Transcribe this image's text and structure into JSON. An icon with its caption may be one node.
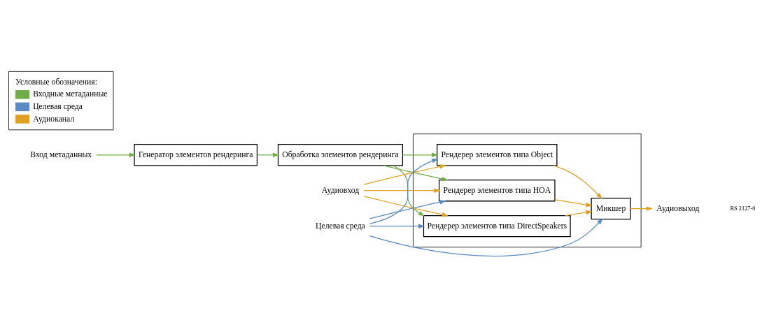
{
  "diagram": {
    "nodes": [
      {
        "text": [
          "Вход метаданных"
        ]
      },
      {
        "text": [
          "Генератор элементов рендеринга"
        ]
      },
      {
        "text": [
          "Обработка элементов рендеринга"
        ]
      },
      {
        "text": [],
        "shape": "box"
      },
      {
        "text": [
          "Рендерер элементов типа Object"
        ],
        "in": 3
      },
      {
        "text": [
          "Рендерер элементов типа HOA"
        ],
        "in": 3
      },
      {
        "text": [
          "Рендерер элементов типа DirectSpeakers"
        ],
        "in": 3
      },
      {
        "text": [
          "Микшер"
        ],
        "in": 3
      },
      {
        "text": [
          "Аудиовход"
        ]
      },
      {
        "text": [
          "Целевая среда"
        ]
      },
      {
        "text": [
          "Аудиовыход"
        ]
      }
    ],
    "edges": [
      {
        "from": 0,
        "to": 1,
        "arrow": "to",
        "color": "#70ad47"
      },
      {
        "from": 1,
        "to": 2,
        "arrow": "to",
        "color": "#70ad47"
      },
      {
        "from": 2,
        "to": 4,
        "arrow": "to",
        "color": "#70ad47"
      },
      {
        "from": 2,
        "to": 5,
        "arrow": "to",
        "color": "#70ad47"
      },
      {
        "from": 2,
        "to": 6,
        "arrow": "to",
        "color": "#70ad47"
      },
      {
        "from": 8,
        "to": 4,
        "arrow": "to"
      },
      {
        "from": 8,
        "to": 5,
        "arrow": "to"
      },
      {
        "from": 8,
        "to": 6,
        "arrow": "to"
      },
      {
        "from": 9,
        "to": 4,
        "arrow": "to",
        "color": "#5b8ac6"
      },
      {
        "from": 9,
        "to": 5,
        "arrow": "to",
        "color": "#5b8ac6"
      },
      {
        "from": 9,
        "to": 6,
        "arrow": "to",
        "color": "#5b8ac6"
      },
      {
        "from": 9,
        "to": 7,
        "arrow": "to",
        "color": "#5b8ac6"
      },
      {
        "from": 4,
        "to": 7,
        "arrow": "to"
      },
      {
        "from": 5,
        "to": 7,
        "arrow": "to"
      },
      {
        "from": 6,
        "to": 7,
        "arrow": "to"
      },
      {
        "from": 7,
        "to": 10,
        "arrow": "to"
      }
    ],
    "labels": [
      "Условные обозначения:",
      "BS 2127-0"
    ],
    "legend": [
      {
        "text": "Входные метаданные"
      },
      {
        "text": "Целевая среда"
      },
      {
        "text": "Аудиоканал"
      }
    ]
  }
}
